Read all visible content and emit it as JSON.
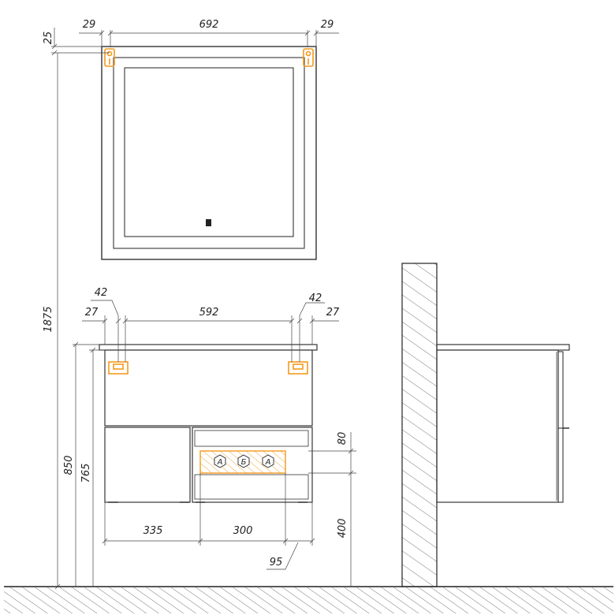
{
  "mirror": {
    "dim_left": "29",
    "dim_width": "692",
    "dim_right": "29",
    "dim_top": "25"
  },
  "overall_height": "1875",
  "cabinet": {
    "dim_left_edge": "27",
    "dim_left_hole": "42",
    "dim_width": "592",
    "dim_right_hole": "42",
    "dim_right_edge": "27",
    "height_top": "850",
    "height_body": "765",
    "drawer_height": "80",
    "mount_height": "400",
    "width_left_door": "335",
    "width_shelf": "300",
    "offset_right": "95"
  },
  "markers": [
    "А",
    "Б",
    "А"
  ],
  "colors": {
    "line": "#222222",
    "accent": "#f39a1e"
  }
}
